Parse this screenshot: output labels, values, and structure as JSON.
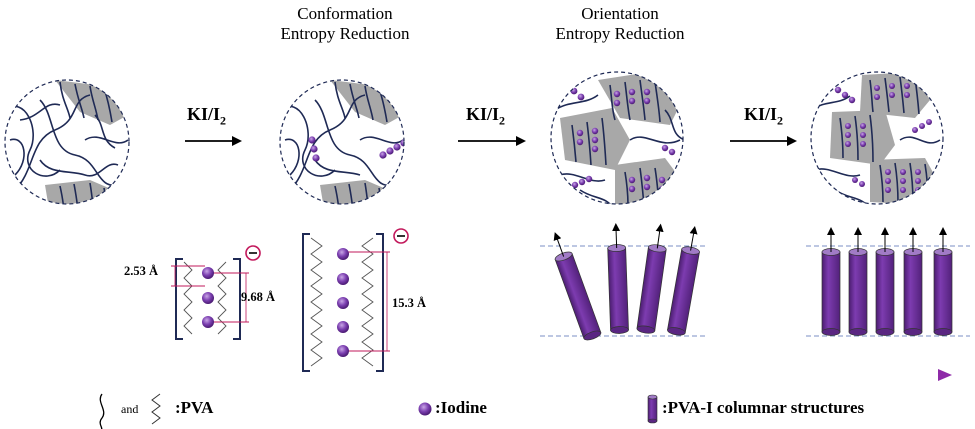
{
  "stages": [
    {
      "title_line1": "",
      "title_line2": ""
    },
    {
      "title_line1": "Conformation",
      "title_line2": "Entropy Reduction"
    },
    {
      "title_line1": "Orientation",
      "title_line2": "Entropy Reduction"
    },
    {
      "title_line1": "",
      "title_line2": ""
    }
  ],
  "arrows": [
    {
      "label": "KI/I",
      "subscript": "2"
    },
    {
      "label": "KI/I",
      "subscript": "2"
    },
    {
      "label": "KI/I",
      "subscript": "2"
    }
  ],
  "dimensions": {
    "small_width": "2.53 Å",
    "small_height": "9.68 Å",
    "large_height": "15.3 Å",
    "charge_sign": "−"
  },
  "legend": {
    "and_text": "and",
    "pva": ":PVA",
    "iodine": ":Iodine",
    "columnar": ":PVA-I columnar structures"
  },
  "colors": {
    "purple": "#6a2c91",
    "purple_light": "#9b6bc4",
    "navy": "#1f2a55",
    "gray_region": "#a8a8a8",
    "pink": "#c2185b",
    "guide_blue": "#7b8fc6"
  }
}
